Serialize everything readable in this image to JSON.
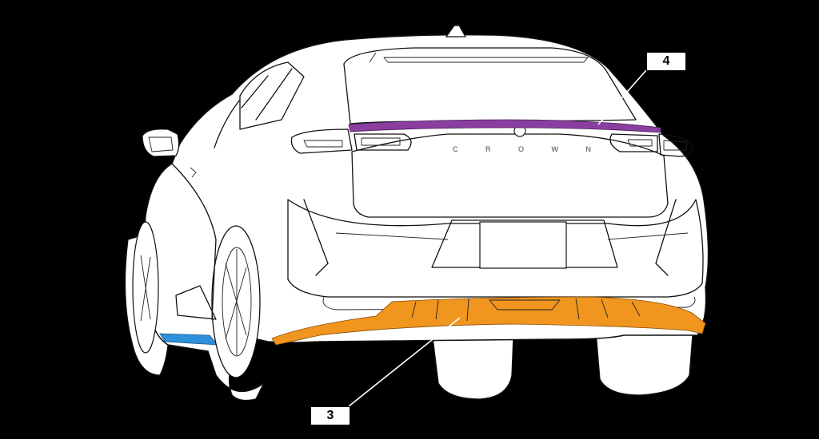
{
  "callouts": [
    {
      "number": "4",
      "part_color": "#8a3fa0"
    },
    {
      "number": "3",
      "part_color": "#f0951e"
    }
  ],
  "side_part_color": "#2f8fd8",
  "emblem_text": "C R O W N"
}
